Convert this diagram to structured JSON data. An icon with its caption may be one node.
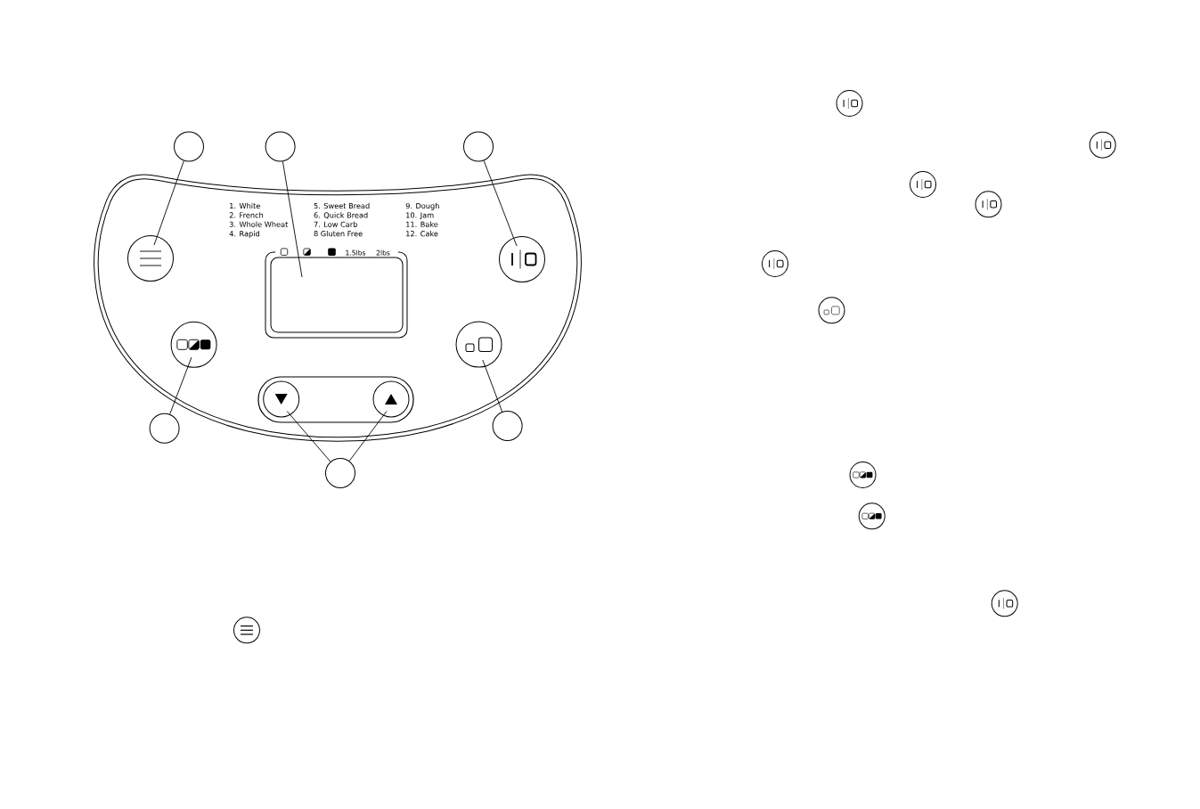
{
  "diagram": {
    "nodes": [
      {
        "text": [],
        "shape": "circle"
      },
      {
        "text": [],
        "shape": "circle"
      },
      {
        "text": [],
        "shape": "circle"
      },
      {
        "text": [
          "1. White",
          "2. French",
          "3. Whole Wheat",
          "4. Rapid",
          "5. Sweet Bread",
          "6. Quick Bread",
          "7. Low Carb",
          "8 Gluten Free",
          "9. Dough",
          "10. Jam",
          "11. Bake",
          "12. Cake"
        ]
      },
      {
        "text": [],
        "shape": "circle",
        "in": 3
      },
      {
        "text": [
          "1.5lbs",
          "2lbs"
        ],
        "in": 3
      },
      {
        "text": [],
        "shape": "circle",
        "in": 3
      },
      {
        "text": [],
        "shape": "circle",
        "in": 3
      },
      {
        "text": [],
        "shape": "circle",
        "in": 3
      },
      {
        "text": [],
        "shape": "circle",
        "in": 3
      },
      {
        "text": [],
        "shape": "circle",
        "in": 3
      },
      {
        "text": [],
        "shape": "circle"
      },
      {
        "text": [],
        "shape": "circle"
      },
      {
        "text": [],
        "shape": "circle"
      }
    ],
    "edges": [
      {
        "from": 0,
        "to": 4,
        "arrow": "none"
      },
      {
        "from": 1,
        "to": 5,
        "arrow": "none"
      },
      {
        "from": 2,
        "to": 6,
        "arrow": "none"
      },
      {
        "from": 11,
        "to": 7,
        "arrow": "none"
      },
      {
        "from": 12,
        "to": 8,
        "arrow": "none"
      },
      {
        "from": 13,
        "to": 9,
        "arrow": "none"
      },
      {
        "from": 13,
        "to": 10,
        "arrow": "none"
      }
    ]
  }
}
